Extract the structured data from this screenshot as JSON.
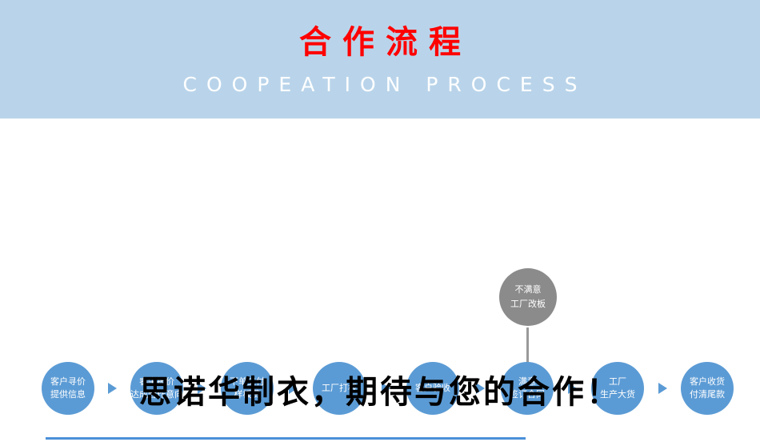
{
  "banner": {
    "title": "合作流程",
    "subtitle": "COOPEATION PROCESS"
  },
  "flow": {
    "steps": [
      {
        "line1": "客户寻价",
        "line2": "提供信息"
      },
      {
        "line1": "睿牛报价",
        "line2": "达成合作意向"
      },
      {
        "line1": "下单支付",
        "line2": "样板费"
      },
      {
        "line1": "工厂打板",
        "line2": ""
      },
      {
        "line1": "客户验收",
        "line2": ""
      },
      {
        "line1": "满意",
        "line2": "签订合同"
      },
      {
        "line1": "工厂",
        "line2": "生产大货"
      },
      {
        "line1": "客户收货",
        "line2": "付清尾款"
      }
    ],
    "alt_node": {
      "line1": "不满意",
      "line2": "工厂改板"
    }
  },
  "footer": {
    "slogan": "思诺华制衣，期待与您的合作！"
  },
  "colors": {
    "banner_bg": "#b9d4ea",
    "title_red": "#ff0000",
    "circle_blue": "#5b9bd5",
    "alt_gray": "#8b8b8b",
    "line_blue": "#4a90d9"
  }
}
